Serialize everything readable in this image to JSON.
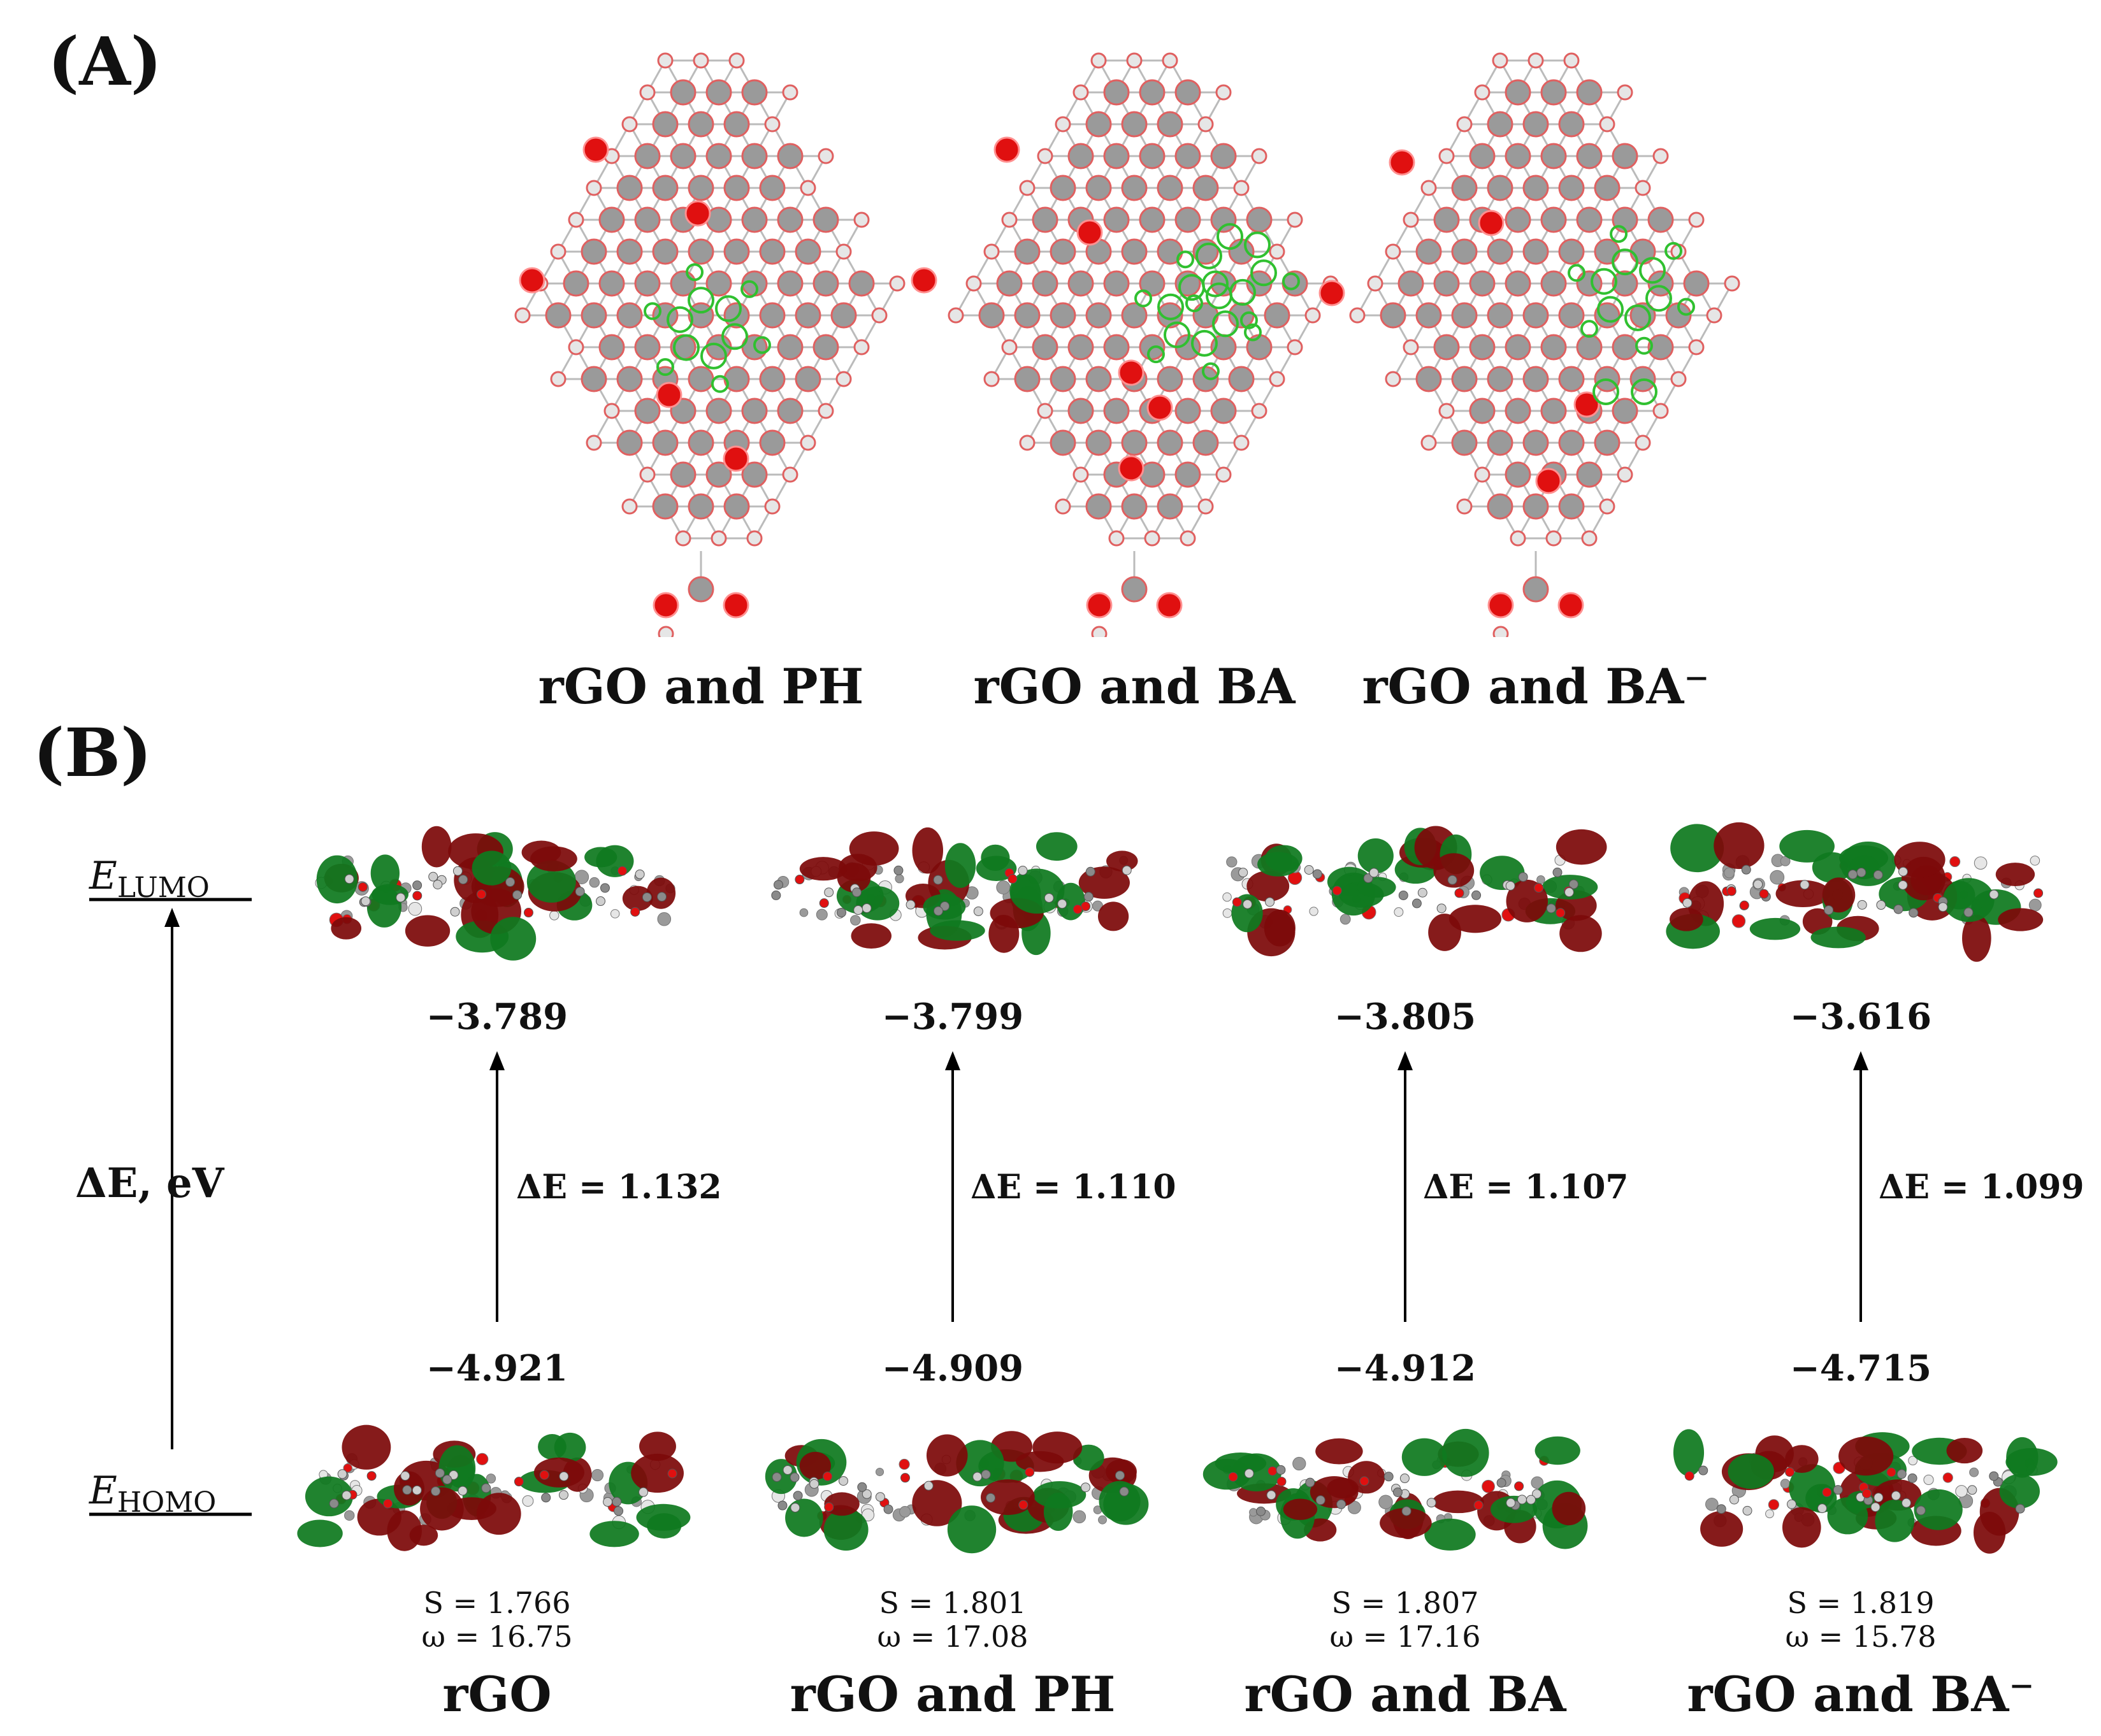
{
  "panel_a": {
    "label": "(A)",
    "structures": [
      {
        "caption": "rGO and PH"
      },
      {
        "caption": "rGO and BA"
      },
      {
        "caption": "rGO and BA⁻"
      }
    ]
  },
  "panel_b": {
    "label": "(B)",
    "axis": {
      "lumo_symbol": "E",
      "lumo_sub": "LUMO",
      "homo_symbol": "E",
      "homo_sub": "HOMO",
      "delta_label": "ΔE, eV"
    },
    "columns": [
      {
        "caption": "rGO",
        "lumo": "−3.789",
        "homo": "−4.921",
        "gap": "ΔE = 1.132",
        "S": "S = 1.766",
        "omega": "ω = 16.75"
      },
      {
        "caption": "rGO and PH",
        "lumo": "−3.799",
        "homo": "−4.909",
        "gap": "ΔE = 1.110",
        "S": "S = 1.801",
        "omega": "ω = 17.08"
      },
      {
        "caption": "rGO and BA",
        "lumo": "−3.805",
        "homo": "−4.912",
        "gap": "ΔE = 1.107",
        "S": "S = 1.807",
        "omega": "ω = 17.16"
      },
      {
        "caption": "rGO and BA⁻",
        "lumo": "−3.616",
        "homo": "−4.715",
        "gap": "ΔE = 1.099",
        "S": "S = 1.819",
        "omega": "ω = 15.78"
      }
    ]
  },
  "colors": {
    "carbon": "#9a9a9a",
    "hydrogen": "#e6e6e6",
    "oxygen": "#e01010",
    "outline_red": "#e06060",
    "outline_green": "#30c030",
    "orbital_red": "#7d0a0a",
    "orbital_green": "#0f7a1f"
  }
}
